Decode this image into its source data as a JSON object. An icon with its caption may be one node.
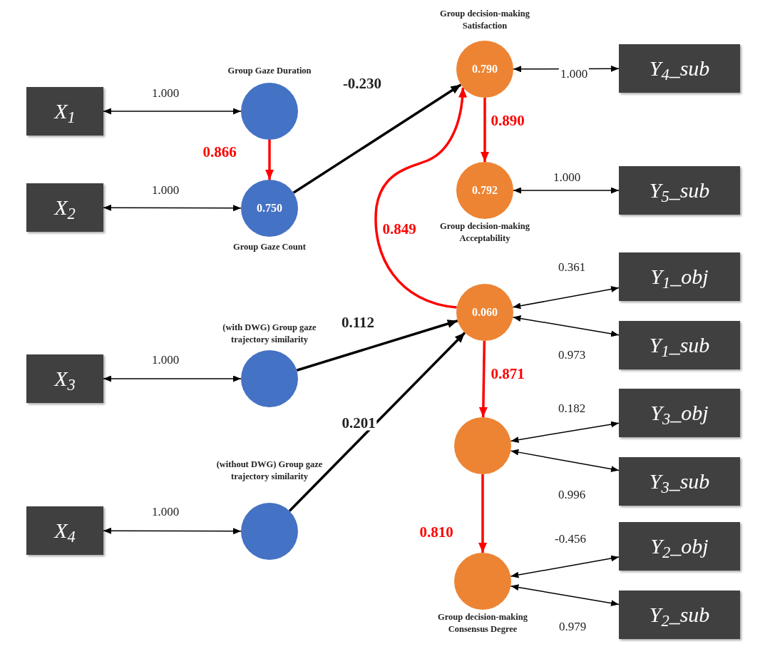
{
  "diagram": {
    "nodes": [
      {
        "text": [
          "X$_{1}$"
        ]
      },
      {
        "text": [
          "X$_{2}$"
        ]
      },
      {
        "text": [
          "X$_{3}$"
        ]
      },
      {
        "text": [
          "X$_{4}$"
        ]
      },
      {
        "text": [
          "Group Gaze Duration"
        ]
      },
      {
        "text": [
          "0.750",
          "Group Gaze Count"
        ]
      },
      {
        "text": [
          "(with DWG) Group gaze trajectory similarity"
        ]
      },
      {
        "text": [
          "(without DWG) Group gaze trajectory similarity"
        ]
      },
      {
        "text": [
          "Group decision-making Satisfaction",
          "0.790"
        ]
      },
      {
        "text": [
          "0.792",
          "Group decision-making Acceptability"
        ]
      },
      {
        "text": [
          "0.060"
        ]
      },
      {
        "text": [],
        "shape": "circle"
      },
      {
        "text": [
          "Group decision-making Consensus Degree"
        ]
      },
      {
        "text": [
          "Y$_{4}$_sub"
        ]
      },
      {
        "text": [
          "Y$_{5}$_sub"
        ]
      },
      {
        "text": [
          "Y$_{1}$_obj"
        ]
      },
      {
        "text": [
          "Y$_{1}$_sub"
        ]
      },
      {
        "text": [
          "Y$_{3}$_obj"
        ]
      },
      {
        "text": [
          "Y$_{3}$_sub"
        ]
      },
      {
        "text": [
          "Y$_{2}$_obj"
        ]
      },
      {
        "text": [
          "Y$_{2}$_sub"
        ]
      }
    ],
    "edges": [
      {
        "from": 0,
        "to": 4,
        "arrow": "both",
        "label": "1.000"
      },
      {
        "from": 1,
        "to": 5,
        "arrow": "both",
        "label": "1.000"
      },
      {
        "from": 2,
        "to": 6,
        "arrow": "both",
        "label": "1.000"
      },
      {
        "from": 3,
        "to": 7,
        "arrow": "both",
        "label": "1.000"
      },
      {
        "from": 4,
        "to": 5,
        "arrow": "to",
        "label": "0.866",
        "style": "thick",
        "color": "#ff0000"
      },
      {
        "from": 5,
        "to": 8,
        "arrow": "to",
        "label": "-0.230",
        "style": "thick"
      },
      {
        "from": 10,
        "to": 8,
        "arrow": "to",
        "label": "0.849",
        "style": "thick",
        "color": "#ff0000"
      },
      {
        "from": 8,
        "to": 9,
        "arrow": "to",
        "label": "0.890",
        "style": "thick",
        "color": "#ff0000"
      },
      {
        "from": 6,
        "to": 10,
        "arrow": "to",
        "label": "0.112",
        "style": "thick"
      },
      {
        "from": 7,
        "to": 10,
        "arrow": "to",
        "label": "0.201",
        "style": "thick"
      },
      {
        "from": 10,
        "to": 11,
        "arrow": "to",
        "label": "0.871",
        "style": "thick",
        "color": "#ff0000"
      },
      {
        "from": 11,
        "to": 12,
        "arrow": "to",
        "label": "0.810",
        "style": "thick",
        "color": "#ff0000"
      },
      {
        "from": 8,
        "to": 13,
        "arrow": "both",
        "label": "1.000"
      },
      {
        "from": 9,
        "to": 14,
        "arrow": "both",
        "label": "1.000"
      },
      {
        "from": 10,
        "to": 15,
        "arrow": "both",
        "label": "0.361"
      },
      {
        "from": 10,
        "to": 16,
        "arrow": "both",
        "label": "0.973"
      },
      {
        "from": 11,
        "to": 17,
        "arrow": "both",
        "label": "0.182"
      },
      {
        "from": 11,
        "to": 18,
        "arrow": "both",
        "label": "0.996"
      },
      {
        "from": 12,
        "to": 19,
        "arrow": "both",
        "label": "-0.456"
      },
      {
        "from": 12,
        "to": 20,
        "arrow": "both",
        "label": "0.979"
      }
    ]
  }
}
